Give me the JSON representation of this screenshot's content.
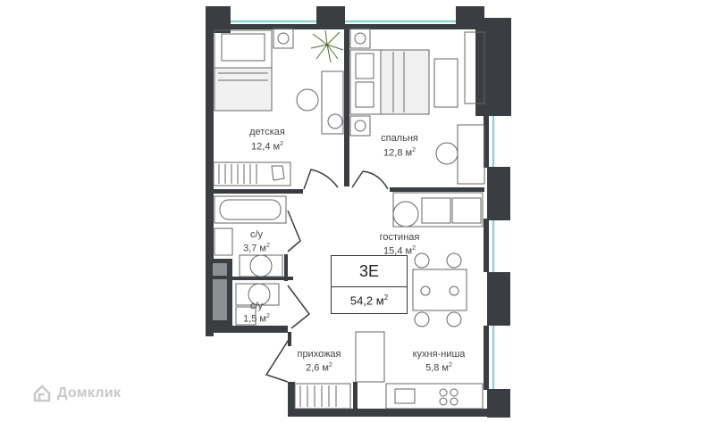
{
  "rooms": {
    "kids": {
      "name": "детская",
      "area": "12,4 м",
      "sup": "2"
    },
    "bedroom": {
      "name": "спальня",
      "area": "12,8 м",
      "sup": "2"
    },
    "bath1": {
      "name": "с/у",
      "area": "3,7 м",
      "sup": "2"
    },
    "living": {
      "name": "гостиная",
      "area": "15,4 м",
      "sup": "2"
    },
    "bath2": {
      "name": "с/у",
      "area": "1,5 м",
      "sup": "2"
    },
    "hall": {
      "name": "прихожая",
      "area": "2,6 м",
      "sup": "2"
    },
    "kitchen": {
      "name": "кухня-ниша",
      "area": "5,8 м",
      "sup": "2"
    }
  },
  "apartment": {
    "type": "3Е",
    "area": "54,2 м",
    "sup": "2"
  },
  "watermark": {
    "text": "Домклик",
    "icon": "domclick-logo-icon"
  },
  "colors": {
    "wall": "#3a3d42",
    "window": "#8fd3d6",
    "furniture": "#666666"
  }
}
